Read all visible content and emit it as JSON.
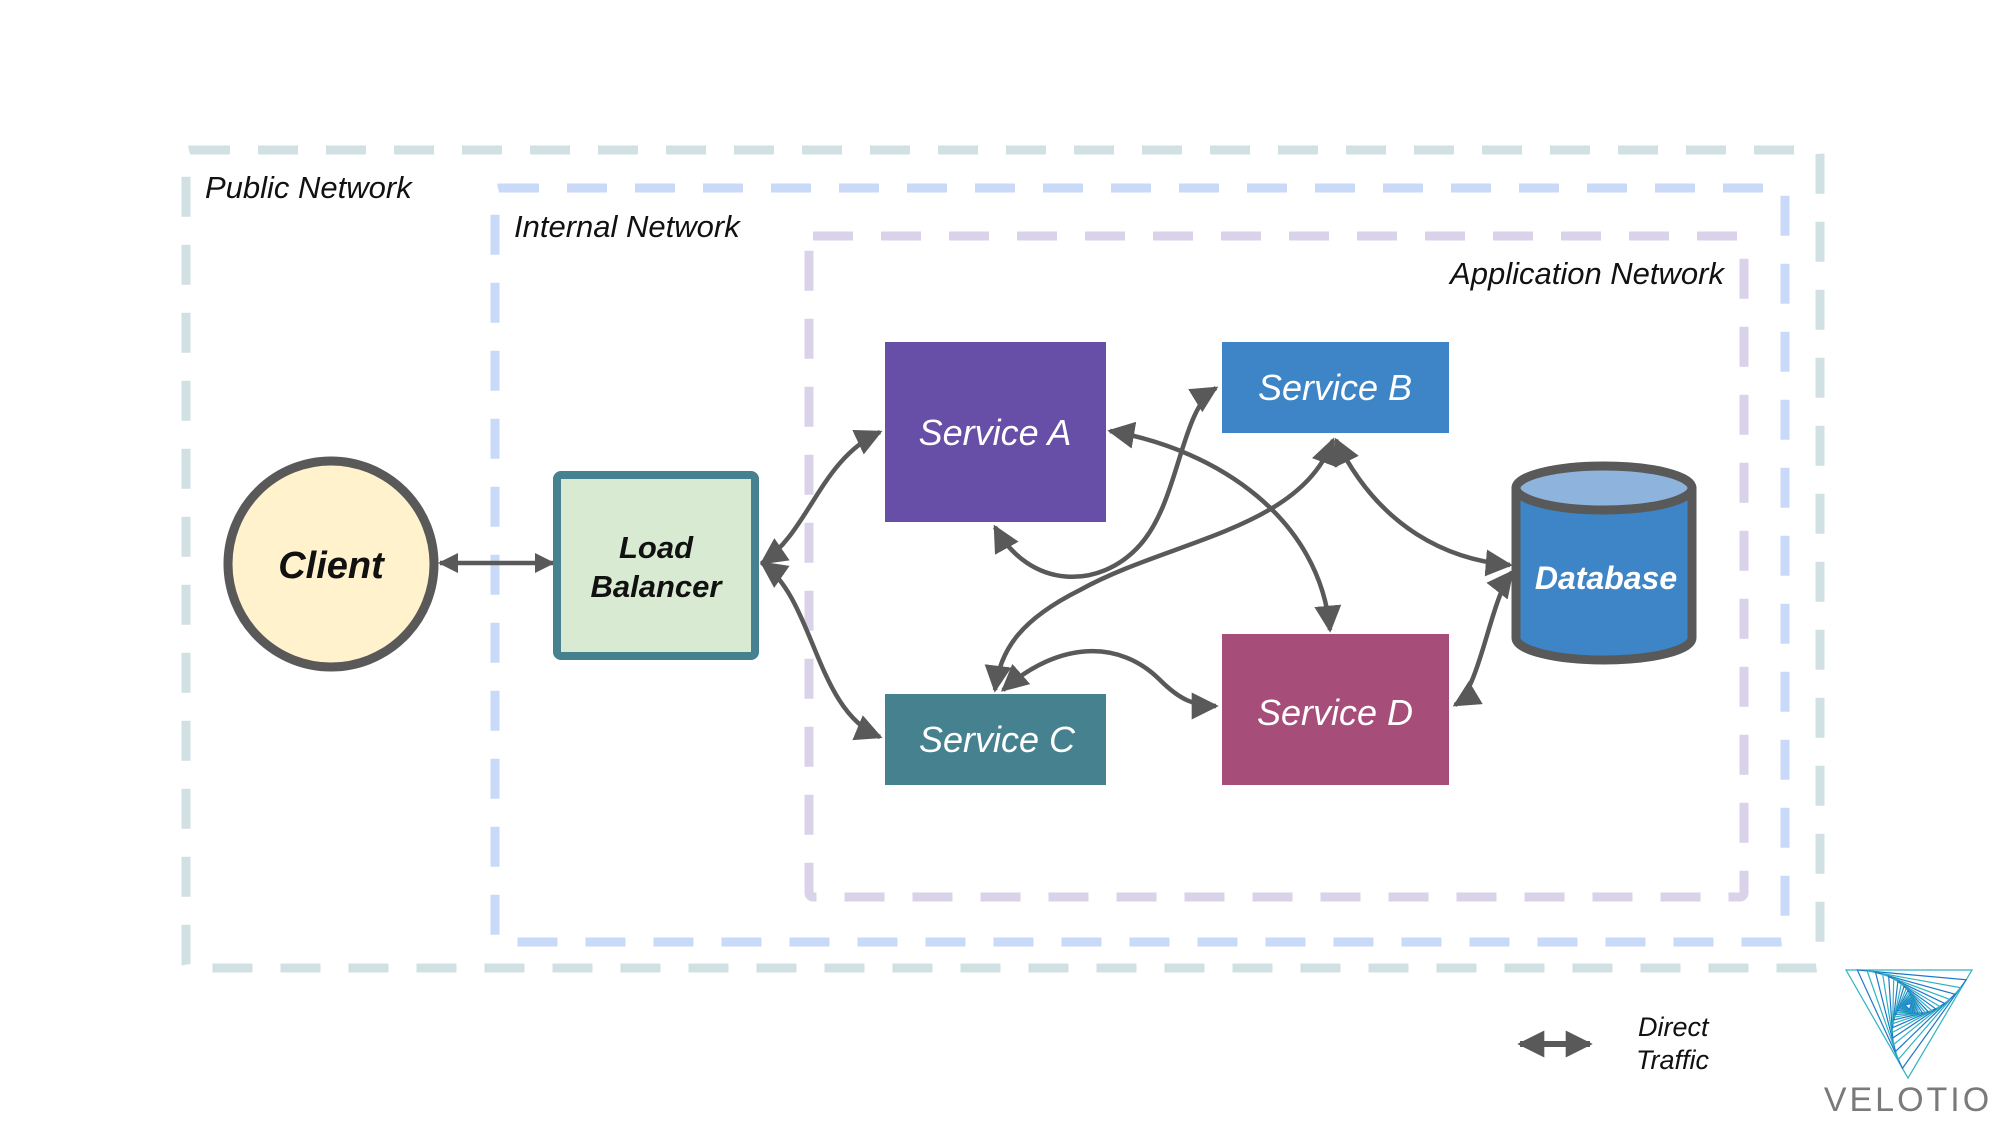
{
  "zones": {
    "public": {
      "label": "Public Network",
      "color": "#d0e0e3"
    },
    "internal": {
      "label": "Internal Network",
      "color": "#c9daf8"
    },
    "application": {
      "label": "Application Network",
      "color": "#d9d2e9"
    }
  },
  "nodes": {
    "client": {
      "label": "Client",
      "fill": "#fff2cc",
      "stroke": "#595959",
      "shape": "circle"
    },
    "load_balancer": {
      "label_line1": "Load",
      "label_line2": "Balancer",
      "fill": "#d9ead3",
      "stroke": "#45818e",
      "shape": "rectangle"
    },
    "service_a": {
      "label": "Service A",
      "fill": "#674ea7",
      "shape": "rectangle"
    },
    "service_b": {
      "label": "Service B",
      "fill": "#3d85c6",
      "shape": "rectangle"
    },
    "service_c": {
      "label": "Service C",
      "fill": "#45818e",
      "shape": "rectangle"
    },
    "service_d": {
      "label": "Service D",
      "fill": "#a64d79",
      "shape": "rectangle"
    },
    "database": {
      "label": "Database",
      "fill": "#3d85c6",
      "top_fill": "#8eb4de",
      "stroke": "#595959",
      "shape": "cylinder"
    }
  },
  "edges": [
    {
      "from": "client",
      "to": "load_balancer",
      "type": "bidirectional",
      "style": "thick"
    },
    {
      "from": "load_balancer",
      "to": "service_a",
      "type": "bidirectional"
    },
    {
      "from": "load_balancer",
      "to": "service_c",
      "type": "bidirectional"
    },
    {
      "from": "service_a",
      "to": "service_b",
      "type": "bidirectional"
    },
    {
      "from": "service_a",
      "to": "service_d",
      "type": "bidirectional"
    },
    {
      "from": "service_b",
      "to": "service_c",
      "type": "bidirectional"
    },
    {
      "from": "service_b",
      "to": "database",
      "type": "bidirectional"
    },
    {
      "from": "service_c",
      "to": "service_d",
      "type": "bidirectional"
    },
    {
      "from": "service_d",
      "to": "database",
      "type": "bidirectional"
    }
  ],
  "edge_color": "#595959",
  "legend": {
    "items": [
      {
        "symbol": "double-arrow-icon",
        "label_line1": "Direct",
        "label_line2": "Traffic"
      }
    ]
  },
  "logo": {
    "text": "VELOTIO",
    "colors": [
      "#2bb3c0",
      "#1f77c9"
    ]
  }
}
